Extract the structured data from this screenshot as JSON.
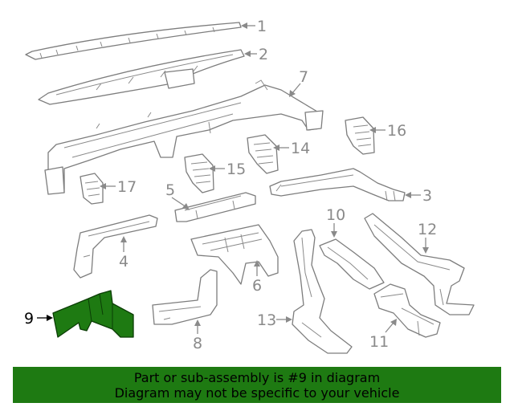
{
  "diagram": {
    "highlighted_part": "9",
    "colors": {
      "highlight": "#1e7a12",
      "line": "#8a8a8a"
    },
    "callouts": [
      {
        "id": "1",
        "label": "1"
      },
      {
        "id": "2",
        "label": "2"
      },
      {
        "id": "3",
        "label": "3"
      },
      {
        "id": "4",
        "label": "4"
      },
      {
        "id": "5",
        "label": "5"
      },
      {
        "id": "6",
        "label": "6"
      },
      {
        "id": "7",
        "label": "7"
      },
      {
        "id": "8",
        "label": "8"
      },
      {
        "id": "9",
        "label": "9"
      },
      {
        "id": "10",
        "label": "10"
      },
      {
        "id": "11",
        "label": "11"
      },
      {
        "id": "12",
        "label": "12"
      },
      {
        "id": "13",
        "label": "13"
      },
      {
        "id": "14",
        "label": "14"
      },
      {
        "id": "15",
        "label": "15"
      },
      {
        "id": "16",
        "label": "16"
      },
      {
        "id": "17",
        "label": "17"
      }
    ]
  },
  "banner": {
    "line1": "Part or sub-assembly is #9 in diagram",
    "line2": "Diagram may not be specific to your vehicle"
  }
}
